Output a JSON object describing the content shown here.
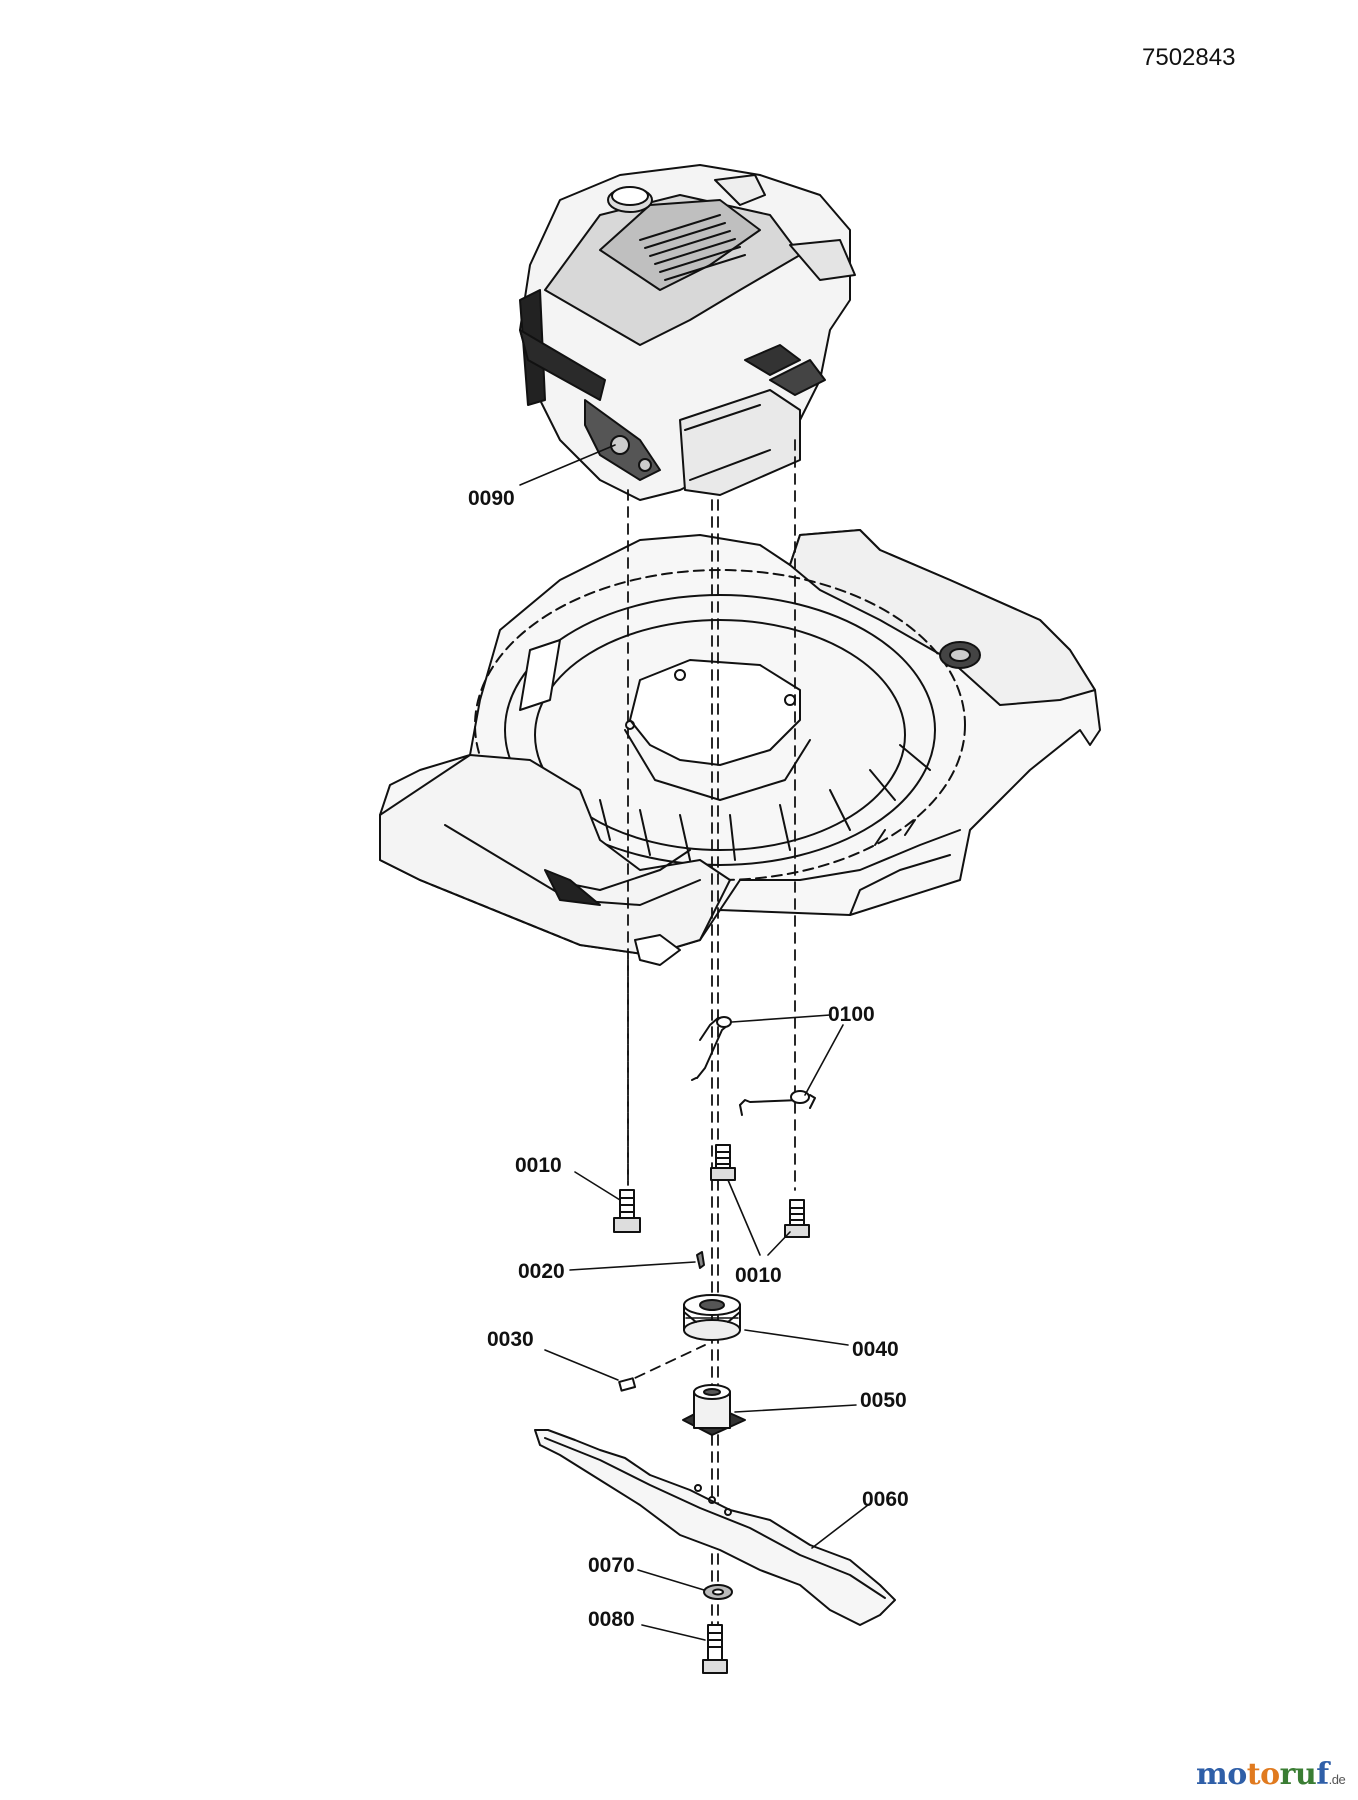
{
  "document_number": "7502843",
  "parts": [
    {
      "id": "engine",
      "label": "0090"
    },
    {
      "id": "bolt-left",
      "label": "0010"
    },
    {
      "id": "bolts-right",
      "label": "0010"
    },
    {
      "id": "key",
      "label": "0020"
    },
    {
      "id": "pin",
      "label": "0030"
    },
    {
      "id": "pulley",
      "label": "0040"
    },
    {
      "id": "adapter",
      "label": "0050"
    },
    {
      "id": "blade",
      "label": "0060"
    },
    {
      "id": "washer",
      "label": "0070"
    },
    {
      "id": "blade-bolt",
      "label": "0080"
    },
    {
      "id": "wire-clips",
      "label": "0100"
    }
  ],
  "watermark": {
    "part1": "mo",
    "part2": "to",
    "part3": "ru",
    "part4": "f",
    "tld": ".de"
  }
}
